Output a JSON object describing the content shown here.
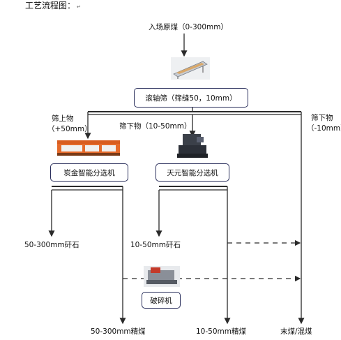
{
  "header": {
    "title": "工艺流程图：",
    "mark": "↵"
  },
  "nodes": {
    "input": "入场原煤（0-300mm）",
    "roller_screen": "滚轴筛（筛缝50，10mm）",
    "oversize_label_1": "筛上物",
    "oversize_label_2": "（+50mm）",
    "mid_label": "筛下物（10-50mm）",
    "undersize_label_1": "筛下物",
    "undersize_label_2": "（-10mm）",
    "tanjin_sorter": "炭金智能分选机",
    "tianyuan_sorter": "天元智能分选机",
    "crusher": "破碎机"
  },
  "outputs": {
    "gangue_large": "50-300mm矸石",
    "gangue_mid": "10-50mm矸石",
    "clean_large": "50-300mm精煤",
    "clean_mid": "10-50mm精煤",
    "fines": "末煤/混煤"
  },
  "colors": {
    "line": "#2a2a2a",
    "box_border": "#2a2f5c",
    "sorter_orange": "#e56a2a"
  }
}
